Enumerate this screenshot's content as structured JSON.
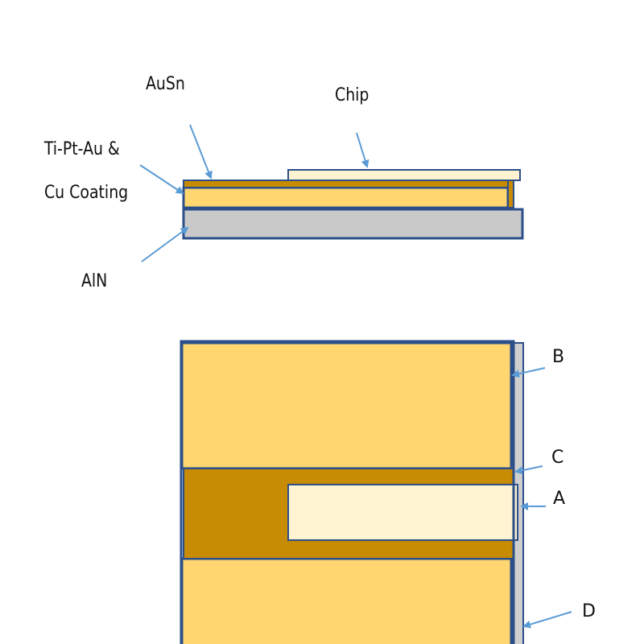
{
  "labels": {
    "ausn": "AuSn",
    "chip": "Chip",
    "ti_pt_au_line1": "Ti-Pt-Au &",
    "ti_pt_au_line2": "Cu Coating",
    "aln": "AlN",
    "a": "A",
    "b": "B",
    "c": "C",
    "d": "D"
  },
  "colors": {
    "gold": "#FFD670",
    "dark_gold": "#C88B04",
    "aln_gray": "#C9C9C9",
    "chip_cream": "#FFF3D2",
    "outline_blue": "#2C4F8A",
    "arrow_blue": "#5B9BD5",
    "side_strip": "#CFCFCF"
  }
}
